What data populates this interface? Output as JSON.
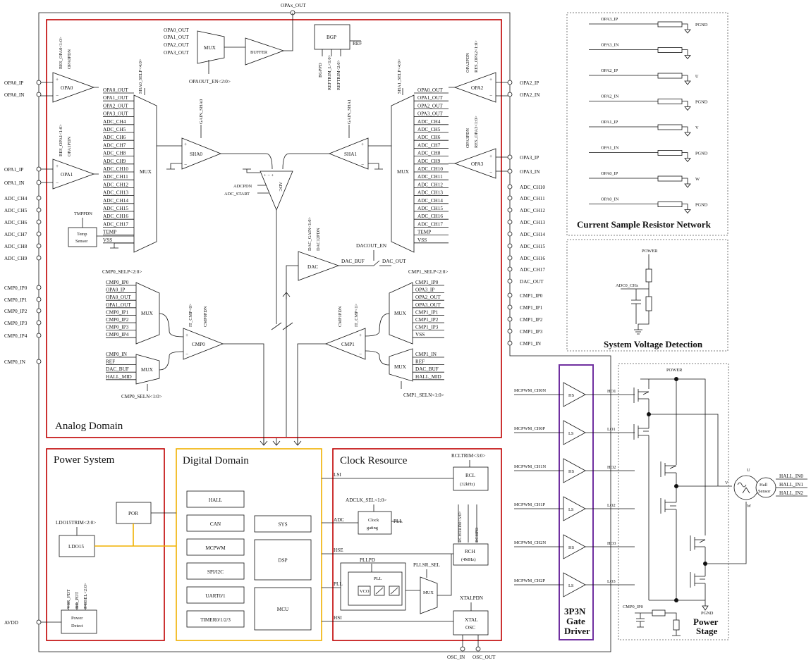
{
  "domains": {
    "analog": "Analog Domain",
    "power": "Power System",
    "digital": "Digital Domain",
    "clock": "Clock Resource",
    "resistor_net": "Current Sample Resistor Network",
    "voltage_det": "System Voltage Detection",
    "gate_driver": [
      "3P3N",
      "Gate",
      "Driver"
    ],
    "power_stage": [
      "Power",
      "Stage"
    ]
  },
  "left_pins": [
    "OPA0_IP",
    "OPA0_IN",
    "OPA1_IP",
    "OPA1_IN",
    "ADC_CH4",
    "ADC_CH5",
    "ADC_CH6",
    "ADC_CH7",
    "ADC_CH8",
    "ADC_CH9",
    "CMP0_IP0",
    "CMP0_IP1",
    "CMP0_IP2",
    "CMP0_IP3",
    "CMP0_IP4",
    "CMP0_IN",
    "AVDD"
  ],
  "right_pins": [
    "OPA2_IP",
    "OPA2_IN",
    "OPA3_IP",
    "OPA3_IN",
    "ADC_CH10",
    "ADC_CH11",
    "ADC_CH12",
    "ADC_CH13",
    "ADC_CH14",
    "ADC_CH15",
    "ADC_CH16",
    "ADC_CH17",
    "DAC_OUT",
    "CMP1_IP0",
    "CMP1_IP1",
    "CMP1_IP2",
    "CMP1_IP3",
    "CMP1_IN"
  ],
  "top_pin": "OPAx_OUT",
  "bottom_pins": [
    "OSC_IN",
    "OSC_OUT"
  ],
  "opa": {
    "opa0": {
      "name": "OPA0",
      "ctrl": [
        "RES_OPA0<1:0>",
        "OPA0PDN"
      ]
    },
    "opa1": {
      "name": "OPA1",
      "ctrl": [
        "RES_OPA1<1:0>",
        "OPA1PDN"
      ]
    },
    "opa2": {
      "name": "OPA2",
      "ctrl": [
        "OPA2PDN",
        "RES_OPA2<1:0>"
      ]
    },
    "opa3": {
      "name": "OPA3",
      "ctrl": [
        "OPA3PDN",
        "RES_OPA3<1:0>"
      ]
    }
  },
  "top_mux": {
    "inputs": [
      "OPA0_OUT",
      "OPA1_OUT",
      "OPA2_OUT",
      "OPA3_OUT"
    ],
    "label": "MUX",
    "buffer": "BUFFER",
    "ctrl": "OPAOUT_EN<2:0>"
  },
  "bgp": {
    "label": "BGP",
    "out": "REF",
    "ctrl": [
      "BGPPD",
      "REFTRIM_L<1:0>",
      "REFTRIM<2:0>"
    ]
  },
  "sha_mux_inputs": [
    "OPA0_OUT",
    "OPA1_OUT",
    "OPA2_OUT",
    "OPA3_OUT",
    "ADC_CH4",
    "ADC_CH5",
    "ADC_CH6",
    "ADC_CH7",
    "ADC_CH8",
    "ADC_CH9",
    "ADC_CH10",
    "ADC_CH11",
    "ADC_CH12",
    "ADC_CH13",
    "ADC_CH14",
    "ADC_CH15",
    "ADC_CH16",
    "ADC_CH17",
    "TEMP",
    "VSS"
  ],
  "sha0": {
    "name": "SHA0",
    "gain": "GAIN_SHA0",
    "sel": "SHA0_SELP<4:0>",
    "mux": "MUX"
  },
  "sha1": {
    "name": "SHA1",
    "gain": "GAIN_SHA1",
    "sel": "SHA1_SELP<4:0>",
    "mux": "MUX"
  },
  "temp": {
    "label": [
      "Temp",
      "Sensor"
    ],
    "ctrl": "TMPPDN"
  },
  "adc": {
    "label": "ADC",
    "ctrl": [
      "ADCPDN",
      "ADC_START"
    ]
  },
  "dac": {
    "label": "DAC",
    "ctrl": [
      "DAC_GAIN<1:0>",
      "DAC12PDN"
    ],
    "buf": "DAC_BUF",
    "en": "DACOUT_EN",
    "out": "DAC_OUT"
  },
  "cmp0": {
    "name": "CMP0",
    "selp": "CMP0_SELP<2:0>",
    "seln": "CMP0_SELN<1:0>",
    "ctrl": [
      "IT_CMP<0>",
      "CMP0PDN"
    ],
    "p_inputs": [
      "CMP0_IP0",
      "OPA0_IP",
      "OPA0_OUT",
      "OPA1_OUT",
      "CMP0_IP1",
      "CMP0_IP2",
      "CMP0_IP3",
      "CMP0_IP4"
    ],
    "n_inputs": [
      "CMP0_IN",
      "REF",
      "DAC_BUF",
      "HALL_MID"
    ]
  },
  "cmp1": {
    "name": "CMP1",
    "selp": "CMP1_SELP<2:0>",
    "seln": "CMP1_SELN<1:0>",
    "ctrl": [
      "CMP1PDN",
      "IT_CMP<1>"
    ],
    "p_inputs": [
      "CMP1_IP0",
      "OPA3_IP",
      "OPA2_OUT",
      "OPA3_OUT",
      "CMP1_IP1",
      "CMP1_IP2",
      "CMP1_IP3",
      "VSS"
    ],
    "n_inputs": [
      "CMP1_IN",
      "REF",
      "DAC_BUF",
      "HALL_MID"
    ]
  },
  "mux_label": "MUX",
  "power_sys": {
    "ldo_ctrl": "LDO15TRIM<2:0>",
    "ldo": "LDO15",
    "por": "POR",
    "det": [
      "Power",
      "Detect"
    ],
    "det_ctrl": [
      "VSR_PDT",
      "BD_PDT",
      "P/DSEL<2:0>"
    ]
  },
  "digital_blocks": [
    "HALL",
    "CAN",
    "MCPWM",
    "SPI/I2C",
    "UART0/1",
    "TIMER0/1/2/3"
  ],
  "digital_big": [
    "SYS",
    "DSP",
    "MCU"
  ],
  "clock": {
    "rcl_ctrl": "RCLTRIM<3:0>",
    "rcl": [
      "RCL",
      "(32kHz)"
    ],
    "lsi": "LSI",
    "adclk": "ADCLK_SEL<1:0>",
    "gate": [
      "Clock",
      "gating"
    ],
    "pll_in": "PLL",
    "adc": "ADC",
    "rch_ctrl": [
      "RCHTRIM<5:0>",
      "RCHPD"
    ],
    "rch": [
      "RCH",
      "(4MHz)"
    ],
    "hse": "HSE",
    "pllpd": "PLLPD",
    "pllsr": "PLLSR_SEL",
    "pll": "PLL",
    "vco": "VCO",
    "pll_out": "PLL",
    "mux": "MUX",
    "xtalpdn": "XTALPDN",
    "xtal": [
      "XTAL",
      "OSC"
    ],
    "hsi": "HSI"
  },
  "resistor_rows": [
    {
      "sig": "OPA3_IP",
      "gnd": "PGND"
    },
    {
      "sig": "OPA3_IN",
      "gnd": ""
    },
    {
      "sig": "OPA2_IP",
      "gnd": "U"
    },
    {
      "sig": "OPA2_IN",
      "gnd": "PGND"
    },
    {
      "sig": "OPA1_IP",
      "gnd": "V"
    },
    {
      "sig": "OPA1_IN",
      "gnd": "PGND"
    },
    {
      "sig": "OPA0_IP",
      "gnd": "W"
    },
    {
      "sig": "OPA0_IN",
      "gnd": "PGND"
    }
  ],
  "voltage": {
    "power": "POWER",
    "adc": "ADC0_CHx"
  },
  "driver": {
    "inputs": [
      "MCPWM_CH0N",
      "MCPWM_CH0P",
      "MCPWM_CH1N",
      "MCPWM_CH1P",
      "MCPWM_CH2N",
      "MCPWM_CH2P"
    ],
    "types": [
      "HS",
      "LS",
      "HS",
      "LS",
      "HS",
      "LS"
    ],
    "outputs": [
      "HO1",
      "LO1",
      "HO2",
      "LO2",
      "HO3",
      "LO3"
    ]
  },
  "stage": {
    "power": "POWER",
    "pgnd": "PGND",
    "u": "U",
    "v": "V",
    "w": "W",
    "cmp": "CMP0_IP0",
    "hall": [
      "Hall",
      "Sensor"
    ],
    "hall_out": [
      "HALL_IN0",
      "HALL_IN1",
      "HALL_IN2"
    ]
  }
}
